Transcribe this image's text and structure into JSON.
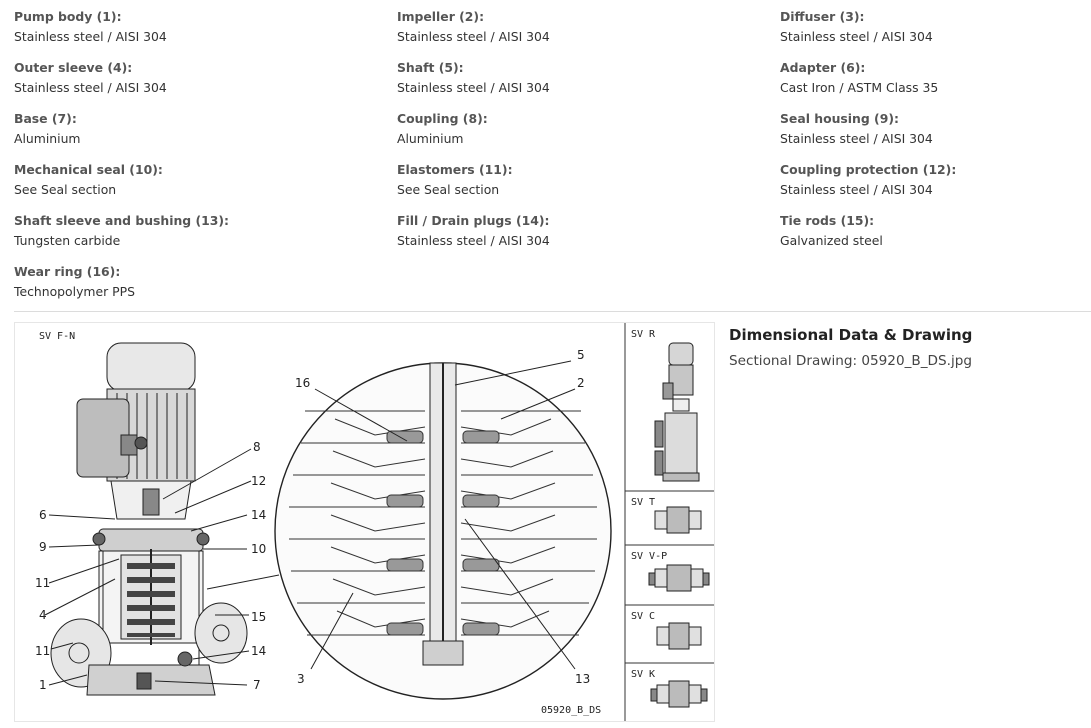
{
  "materials": [
    {
      "label": "Pump body (1):",
      "value": "Stainless steel / AISI 304"
    },
    {
      "label": "Impeller (2):",
      "value": "Stainless steel / AISI 304"
    },
    {
      "label": "Diffuser (3):",
      "value": "Stainless steel / AISI 304"
    },
    {
      "label": "Outer sleeve (4):",
      "value": "Stainless steel / AISI 304"
    },
    {
      "label": "Shaft (5):",
      "value": "Stainless steel / AISI 304"
    },
    {
      "label": "Adapter (6):",
      "value": "Cast Iron / ASTM Class 35"
    },
    {
      "label": "Base (7):",
      "value": "Aluminium"
    },
    {
      "label": "Coupling (8):",
      "value": "Aluminium"
    },
    {
      "label": "Seal housing (9):",
      "value": "Stainless steel / AISI 304"
    },
    {
      "label": "Mechanical seal (10):",
      "value": "See Seal section"
    },
    {
      "label": "Elastomers (11):",
      "value": "See Seal section"
    },
    {
      "label": "Coupling protection (12):",
      "value": "Stainless steel / AISI 304"
    },
    {
      "label": "Shaft sleeve and bushing (13):",
      "value": "Tungsten carbide"
    },
    {
      "label": "Fill / Drain plugs (14):",
      "value": "Stainless steel / AISI 304"
    },
    {
      "label": "Tie rods (15):",
      "value": "Galvanized steel"
    },
    {
      "label": "Wear ring (16):",
      "value": "Technopolymer PPS"
    }
  ],
  "drawing": {
    "main_view": "SV F-N",
    "side_views": [
      "SV R",
      "SV T",
      "SV V-P",
      "SV C",
      "SV K"
    ],
    "callouts_left": [
      "6",
      "9",
      "11",
      "4",
      "11",
      "1",
      "8",
      "12",
      "14",
      "10",
      "15",
      "14",
      "7"
    ],
    "callouts_detail": [
      "16",
      "5",
      "2",
      "3",
      "13"
    ],
    "code": "05920_B_DS"
  },
  "info": {
    "title": "Dimensional Data & Drawing",
    "subtitle": "Sectional Drawing: 05920_B_DS.jpg"
  }
}
